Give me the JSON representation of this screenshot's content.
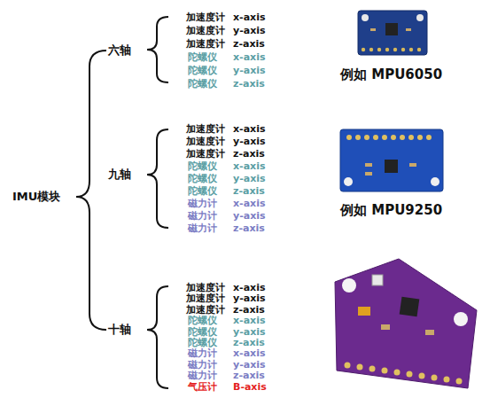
{
  "diagram": {
    "labels": [
      "IMU模块",
      "六轴",
      "加速度计",
      "x-axis",
      "加速度计",
      "y-axis",
      "加速度计",
      "z-axis",
      "陀螺仪",
      "x-axis",
      "陀螺仪",
      "y-axis",
      "陀螺仪",
      "z-axis",
      "例如 MPU6050",
      "九轴",
      "加速度计",
      "x-axis",
      "加速度计",
      "y-axis",
      "加速度计",
      "z-axis",
      "陀螺仪",
      "x-axis",
      "陀螺仪",
      "y-axis",
      "陀螺仪",
      "z-axis",
      "磁力计",
      "x-axis",
      "磁力计",
      "y-axis",
      "磁力计",
      "z-axis",
      "例如 MPU9250",
      "十轴",
      "加速度计",
      "x-axis",
      "加速度计",
      "y-axis",
      "加速度计",
      "z-axis",
      "陀螺仪",
      "x-axis",
      "陀螺仪",
      "y-axis",
      "陀螺仪",
      "z-axis",
      "磁力计",
      "x-axis",
      "磁力计",
      "y-axis",
      "磁力计",
      "z-axis",
      "气压计",
      "B-axis"
    ]
  }
}
